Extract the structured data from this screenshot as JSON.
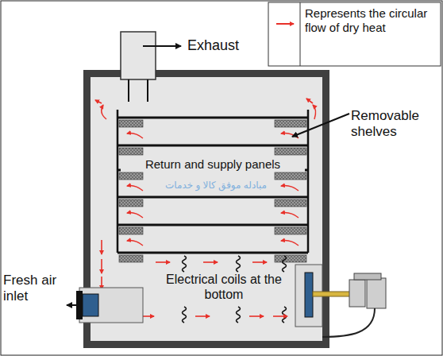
{
  "diagram": {
    "labels": [
      "Exhaust",
      "Removable shelves",
      "Return and supply panels",
      "Fresh air inlet",
      "Electrical coils at the bottom",
      "مبادله موفق کالا و خدمات"
    ],
    "legend": [
      {
        "text": "Represents the circular flow of dry heat"
      }
    ]
  }
}
